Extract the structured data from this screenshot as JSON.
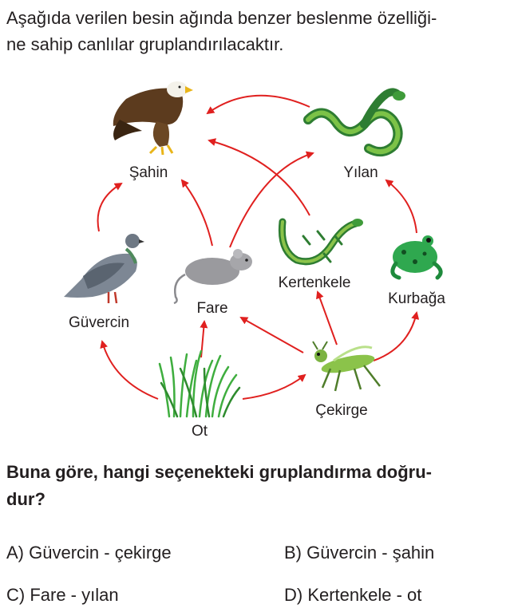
{
  "intro": {
    "line1": "Aşağıda verilen besin ağında benzer beslenme özelliği-",
    "line2": "ne sahip canlılar gruplandırılacaktır."
  },
  "diagram": {
    "arrow_color": "#e0201f",
    "organisms": {
      "sahin": "Şahin",
      "yilan": "Yılan",
      "kertenkele": "Kertenkele",
      "kurbaga": "Kurbağa",
      "guvercin": "Güvercin",
      "fare": "Fare",
      "cekirge": "Çekirge",
      "ot": "Ot"
    },
    "feeding_links": [
      {
        "from": "Ot",
        "to": "Güvercin"
      },
      {
        "from": "Ot",
        "to": "Fare"
      },
      {
        "from": "Ot",
        "to": "Çekirge"
      },
      {
        "from": "Çekirge",
        "to": "Fare"
      },
      {
        "from": "Çekirge",
        "to": "Kertenkele"
      },
      {
        "from": "Çekirge",
        "to": "Kurbağa"
      },
      {
        "from": "Güvercin",
        "to": "Şahin"
      },
      {
        "from": "Fare",
        "to": "Şahin"
      },
      {
        "from": "Fare",
        "to": "Yılan"
      },
      {
        "from": "Kertenkele",
        "to": "Şahin"
      },
      {
        "from": "Kurbağa",
        "to": "Yılan"
      },
      {
        "from": "Yılan",
        "to": "Şahin"
      }
    ]
  },
  "question": {
    "line1": "Buna göre, hangi seçenekteki gruplandırma doğru-",
    "line2": "dur?"
  },
  "options": {
    "a": "A) Güvercin - çekirge",
    "b": "B) Güvercin - şahin",
    "c": "C) Fare - yılan",
    "d": "D) Kertenkele - ot"
  }
}
